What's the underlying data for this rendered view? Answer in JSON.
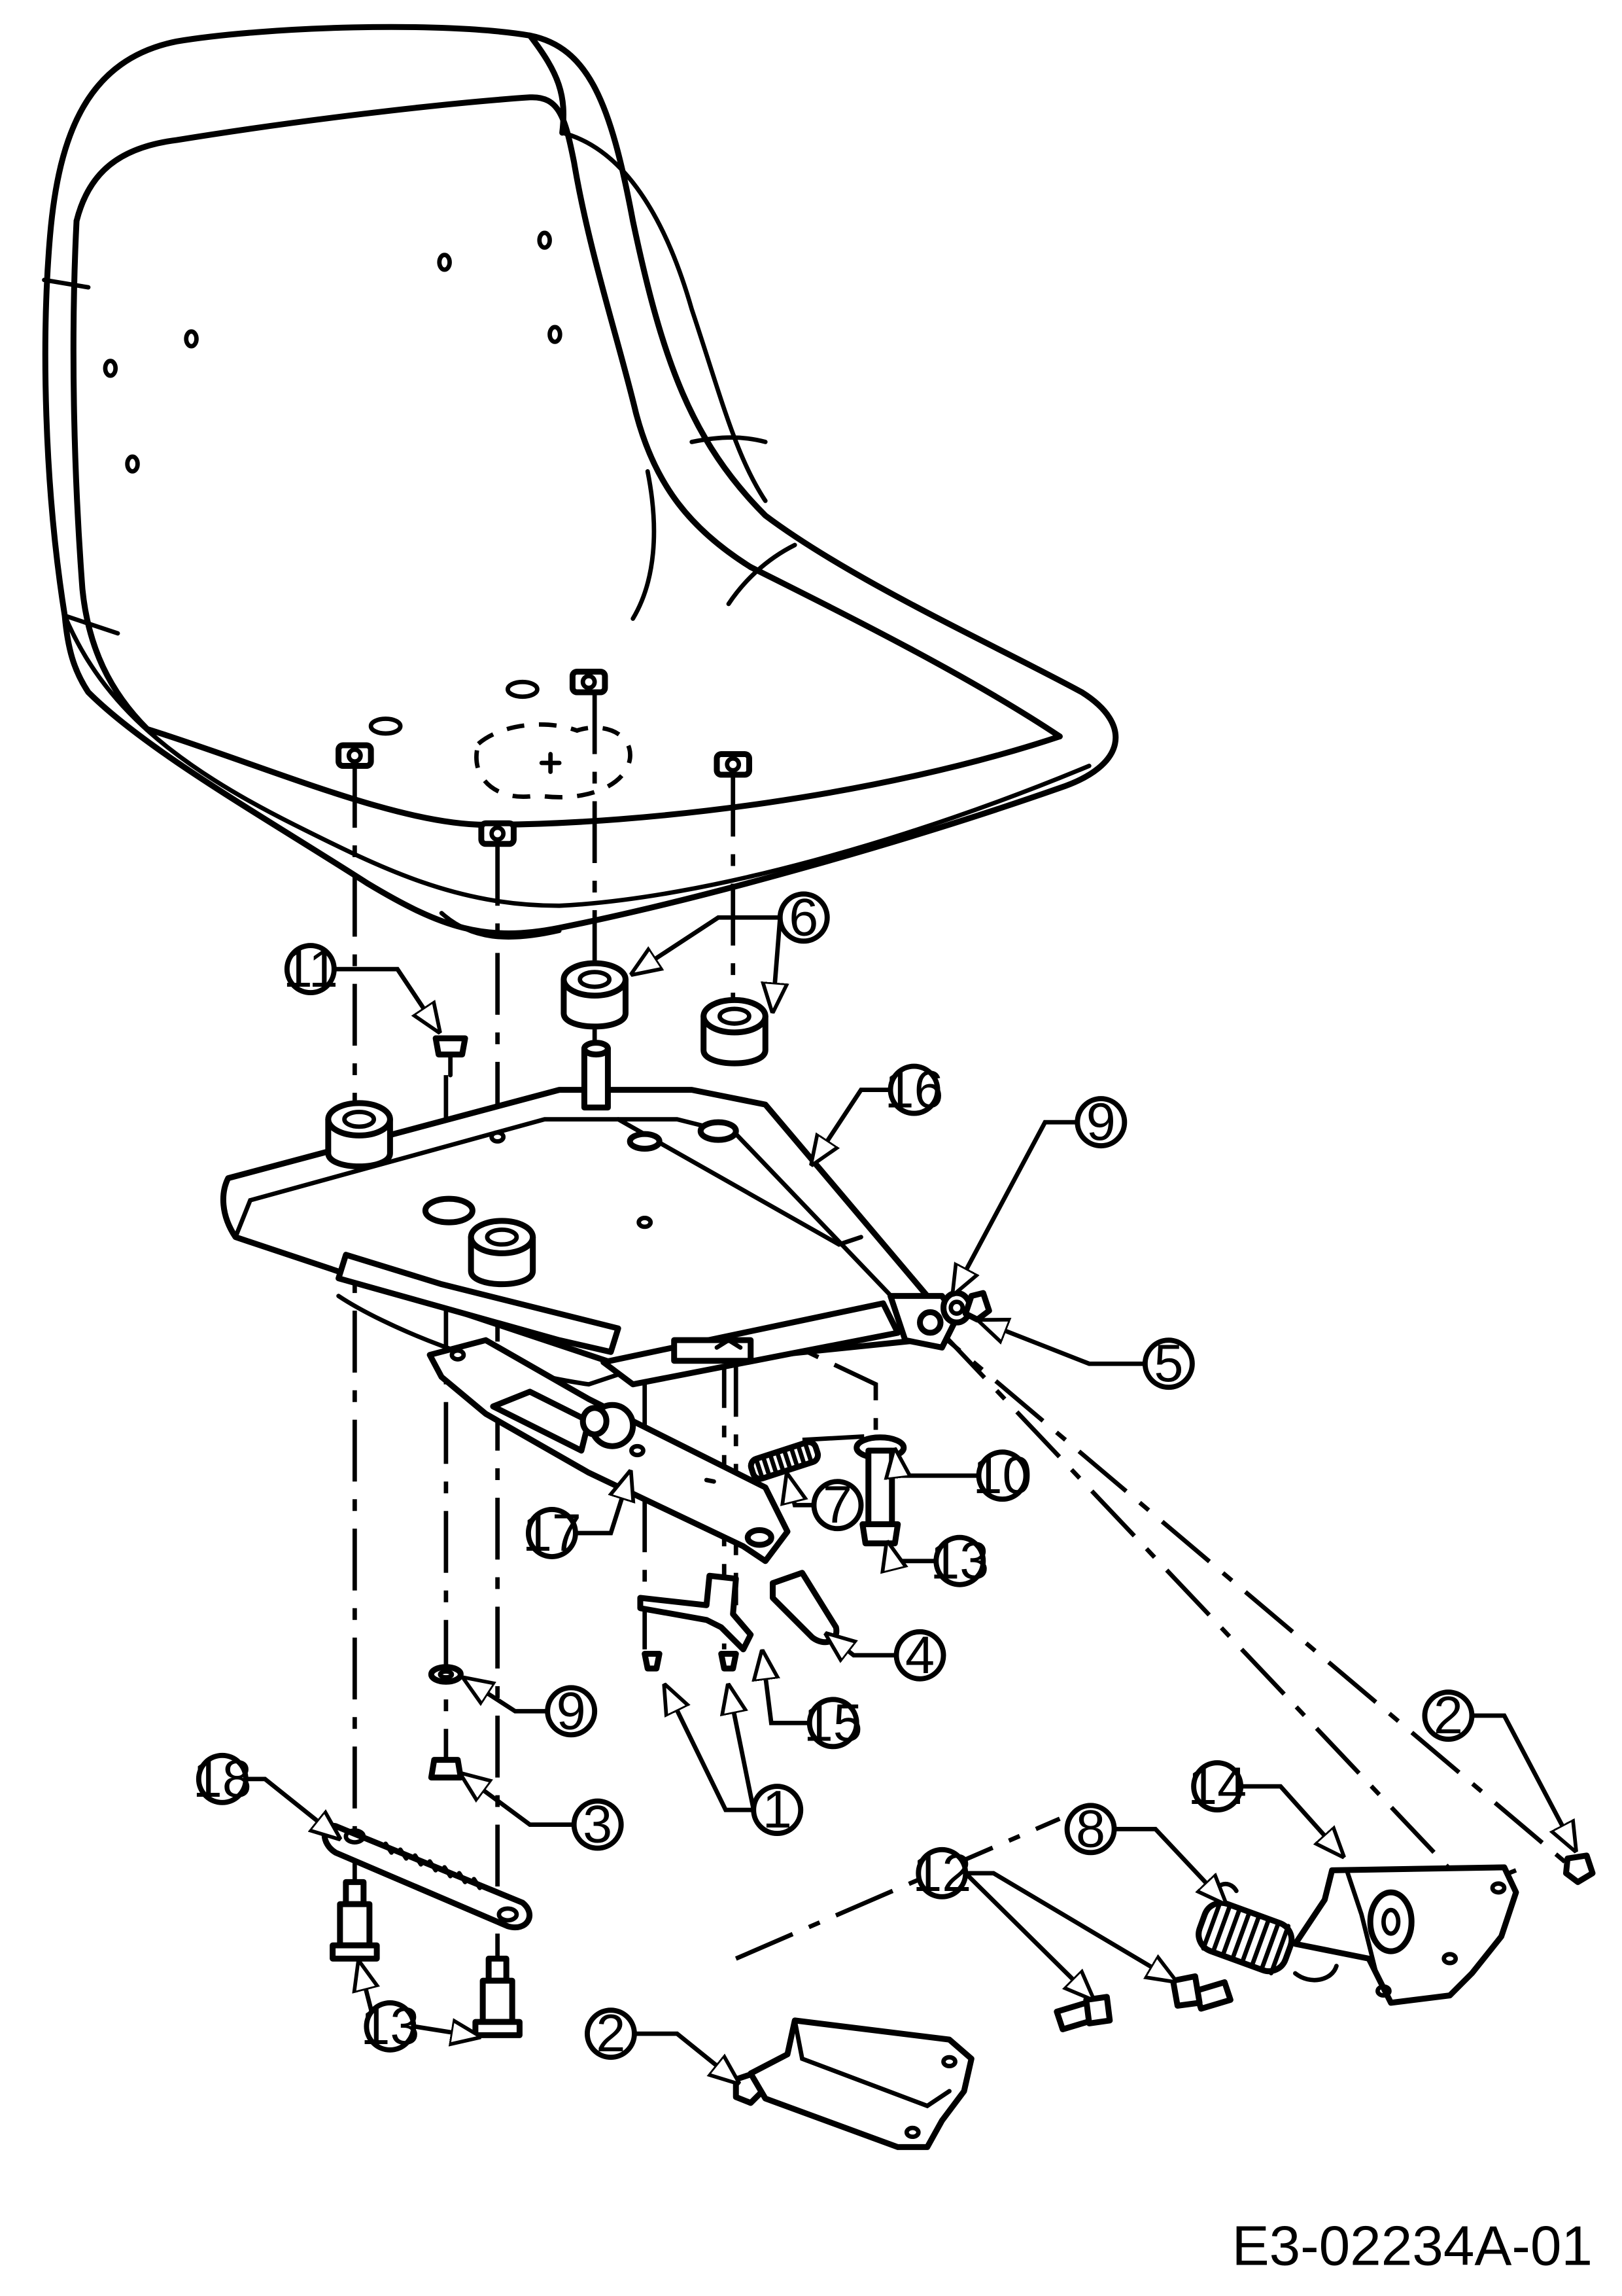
{
  "drawing_code": "E3-02234A-01",
  "callouts": [
    {
      "id": "c1",
      "label": "1"
    },
    {
      "id": "c2a",
      "label": "2"
    },
    {
      "id": "c2b",
      "label": "2"
    },
    {
      "id": "c3",
      "label": "3"
    },
    {
      "id": "c4",
      "label": "4"
    },
    {
      "id": "c5",
      "label": "5"
    },
    {
      "id": "c6",
      "label": "6"
    },
    {
      "id": "c7",
      "label": "7"
    },
    {
      "id": "c8",
      "label": "8"
    },
    {
      "id": "c9a",
      "label": "9"
    },
    {
      "id": "c9b",
      "label": "9"
    },
    {
      "id": "c10",
      "label": "10"
    },
    {
      "id": "c11",
      "label": "11"
    },
    {
      "id": "c12",
      "label": "12"
    },
    {
      "id": "c13a",
      "label": "13"
    },
    {
      "id": "c13b",
      "label": "13"
    },
    {
      "id": "c14",
      "label": "14"
    },
    {
      "id": "c15",
      "label": "15"
    },
    {
      "id": "c16",
      "label": "16"
    },
    {
      "id": "c17",
      "label": "17"
    },
    {
      "id": "c18",
      "label": "18"
    }
  ]
}
